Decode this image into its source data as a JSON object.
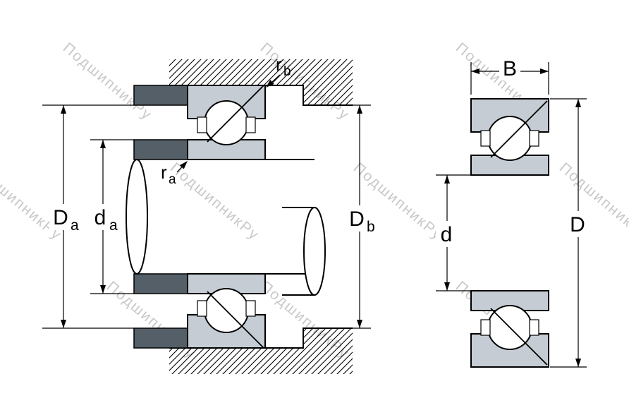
{
  "watermark": {
    "text": "ПодшипникРу",
    "color": "#c9c9c9"
  },
  "colors": {
    "background": "#ffffff",
    "ring_fill": "#c5ccd3",
    "spacer_fill": "#545f68",
    "outline": "#000000"
  },
  "left_view": {
    "name": "mounted-bearing-cross-section",
    "labels": {
      "Da": {
        "main": "D",
        "sub": "a"
      },
      "da": {
        "main": "d",
        "sub": "a"
      },
      "Db": {
        "main": "D",
        "sub": "b"
      },
      "ra": {
        "main": "r",
        "sub": "a"
      },
      "rb": {
        "main": "r",
        "sub": "b"
      }
    }
  },
  "right_view": {
    "name": "bearing-boundary-dimensions",
    "labels": {
      "B": {
        "main": "B"
      },
      "d": {
        "main": "d"
      },
      "D": {
        "main": "D"
      }
    }
  }
}
